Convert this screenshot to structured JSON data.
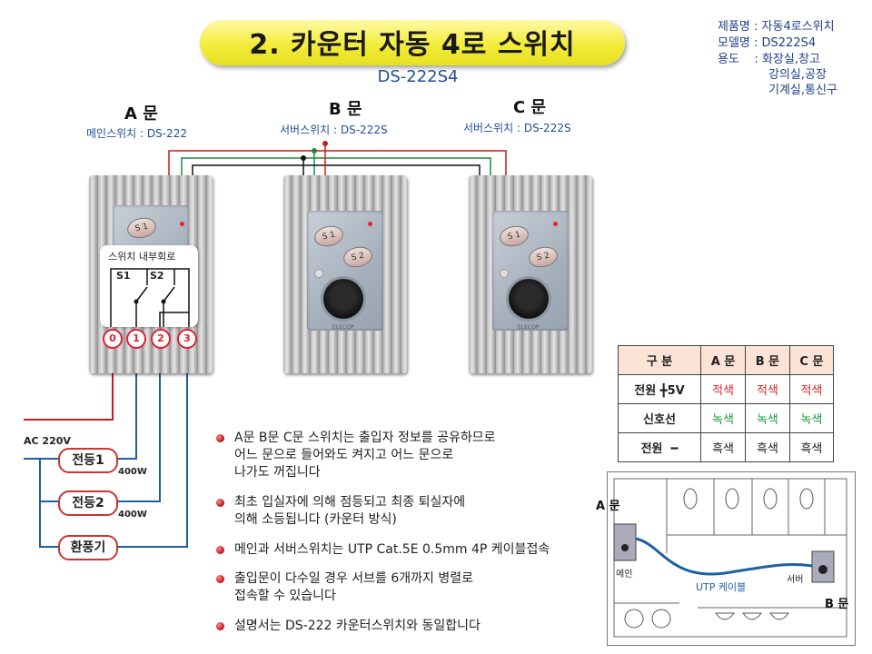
{
  "title": "2. 카운터 자동 4로 스위치",
  "model_title": "DS-222S4",
  "specs": {
    "line1": "제품명 : 자동4로스위치",
    "line2": "모델명 : DS222S4",
    "line3": "용도    : 화장실,창고",
    "line4": "강의실,공장",
    "line5": "기계실,통신구"
  },
  "doors": {
    "a": {
      "label": "A 문",
      "sub": "메인스위치 : DS-222"
    },
    "b": {
      "label": "B 문",
      "sub": "서버스위치 : DS-222S"
    },
    "c": {
      "label": "C 문",
      "sub": "서버스위치 : DS-222S"
    }
  },
  "switch": {
    "s1": "S 1",
    "s2": "S 2",
    "brand": "ELECOP"
  },
  "inner_circuit": {
    "title": "스위치 내부회로",
    "s1": "S1",
    "s2": "S2"
  },
  "terminals": [
    "0",
    "1",
    "2",
    "3"
  ],
  "wiring": {
    "ac": "AC 220V",
    "load1": "전등1",
    "load1_w": "400W",
    "load2": "전등2",
    "load2_w": "400W",
    "load3": "환풍기"
  },
  "bullets": [
    {
      "l1": "A문 B문 C문 스위치는 출입자 정보를 공유하므로",
      "l2": "어느 문으로 들어와도 켜지고 어느 문으로",
      "l3": "나가도 꺼집니다"
    },
    {
      "l1": "최초 입실자에 의해 점등되고 최종 퇴실자에",
      "l2": "의해 소등됩니다 (카운터 방식)"
    },
    {
      "l1": "메인과 서버스위치는 UTP Cat.5E 0.5mm 4P 케이블접속"
    },
    {
      "l1": "출입문이 다수일 경우 서브를 6개까지 병렬로",
      "l2": "접속할 수 있습니다"
    },
    {
      "l1": "설명서는 DS-222 카운터스위치와 동일합니다"
    }
  ],
  "table": {
    "headers": [
      "구 분",
      "A 문",
      "B 문",
      "C 문"
    ],
    "rows": [
      {
        "label": "전원 ╋5V",
        "cells": [
          "적색",
          "적색",
          "적색"
        ]
      },
      {
        "label": "신호선",
        "cells": [
          "녹색",
          "녹색",
          "녹색"
        ]
      },
      {
        "label": "전원  ━",
        "cells": [
          "흑색",
          "흑색",
          "흑색"
        ]
      }
    ]
  },
  "floorplan": {
    "door_a": "A 문",
    "door_b": "B 문",
    "main_label": "메인",
    "sub_label": "서버",
    "cable": "UTP 케이블"
  },
  "colors": {
    "wire_red": "#cc1a1a",
    "wire_blue": "#1f5fa0",
    "wire_green": "#1a8a3a",
    "wire_black": "#111111",
    "title_bg": "#f3ec3a"
  }
}
